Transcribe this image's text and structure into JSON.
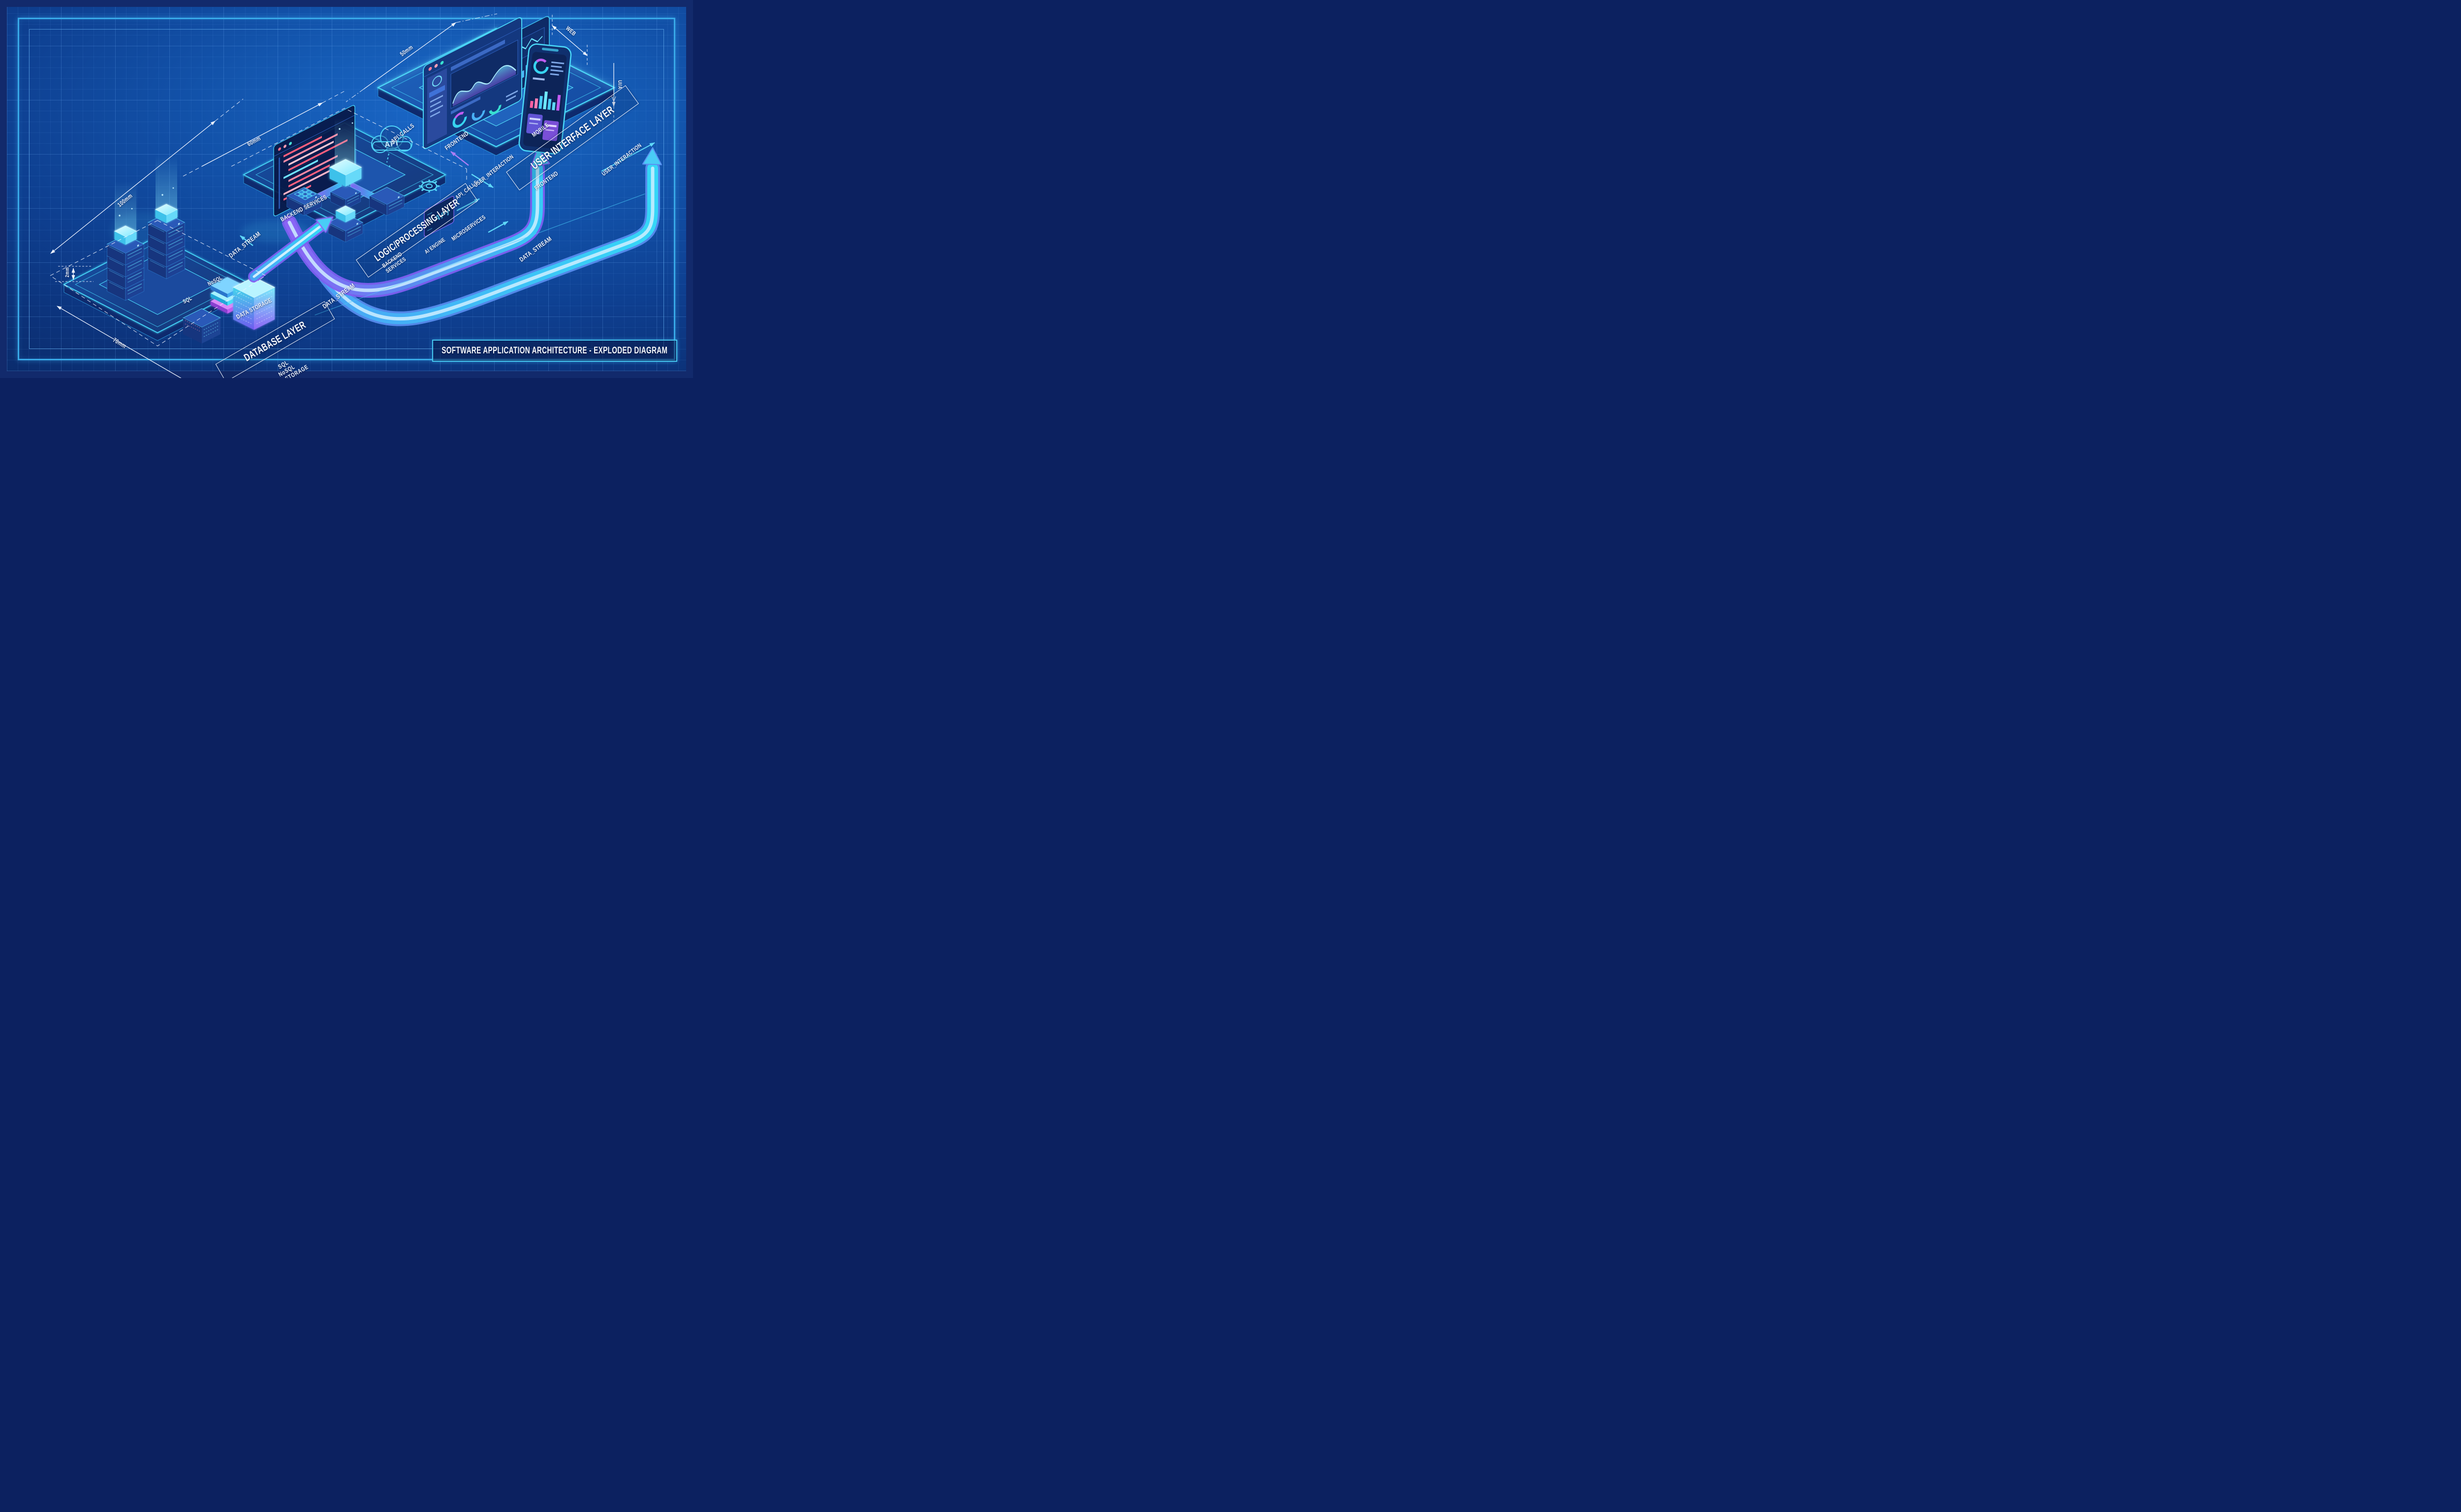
{
  "title_block": {
    "text": "SOFTWARE APPLICATION ARCHITECTURE - EXPLODED DIAGRAM"
  },
  "layers": {
    "database": {
      "label": "DATABASE LAYER",
      "sub_sql": "SQL",
      "sub_nosql": "NoSQL",
      "sub_storage": "DATA STORAGE",
      "platform_storage": "DATA STORAGE",
      "box_sql": "SQL",
      "box_nosql": "NoSQL"
    },
    "logic": {
      "label": "LOGIC/PROCESSING LAYER",
      "edge_backend": "BACKEND SERVICES",
      "sub_backend": "BACKEND\nSERVICES",
      "sub_ai": "AI ENGINE",
      "sub_micro": "MICROSERVICES",
      "api_cloud": "API",
      "api_badge": "API"
    },
    "ui": {
      "label": "USER INTERFACE LAYER",
      "sub_frontend": "FRONTEND",
      "platform_frontend": "FRONTEND",
      "platform_mobile": "MOBILE"
    }
  },
  "flows": {
    "data_stream_db": "DATA_STREAM",
    "data_stream_bottom": "DATA_STREAM",
    "data_stream_right": "DATA_STREAM",
    "api_calls_top": "API_CALLS",
    "api_calls_mid": "API_CALLS",
    "user_interaction_mid": "USER_INTERACTION",
    "user_interaction_right": "USER_INTERACTION"
  },
  "dimensions": {
    "db_width": "100mm",
    "db_thickness": "2mm",
    "db_depth": "70mm",
    "logic_width": "60mm",
    "ui_width": "50mm",
    "web": "WEB",
    "ui_a": "UI/A"
  },
  "colors": {
    "background": "#114da3",
    "accent_cyan": "#3fc8f5",
    "accent_purple": "#8a63f5",
    "label_white": "#f2f6ff"
  }
}
